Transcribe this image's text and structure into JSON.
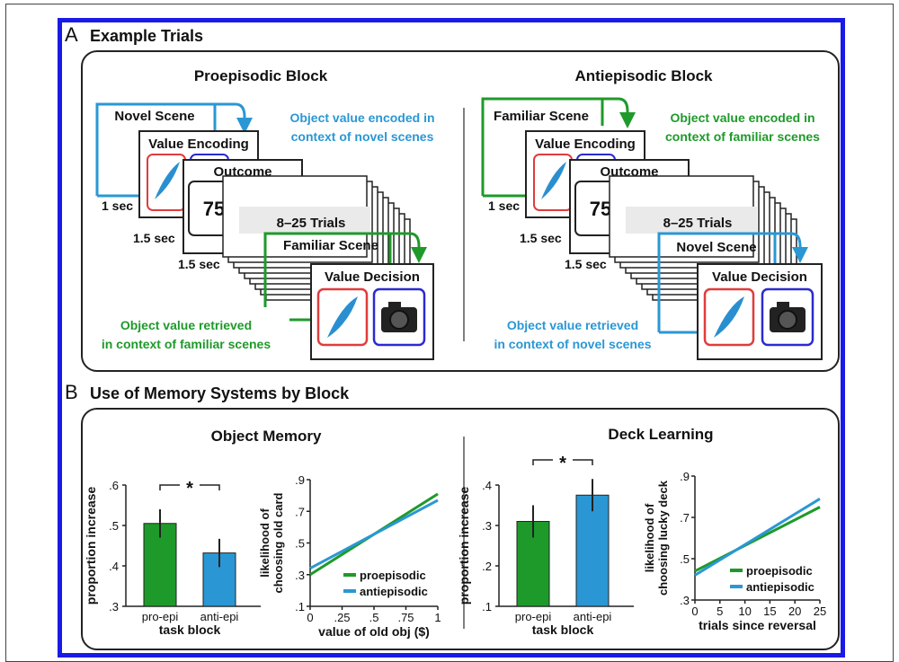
{
  "colors": {
    "blue": "#2a97d4",
    "green": "#1e9a2a",
    "red": "#e03c3c",
    "navy": "#2a2ad0",
    "frame": "#1a1ae6"
  },
  "panelA": {
    "letter": "A",
    "title": "Example Trials"
  },
  "pro": {
    "title": "Proepisodic Block",
    "s1": "Novel Scene",
    "enc": "Value Encoding",
    "out": "Outcome",
    "num": "75",
    "trials": "8–25 Trials",
    "s2": "Familiar Scene",
    "dec": "Value Decision",
    "t1": "1 sec",
    "t2": "1.5 sec",
    "t3": "1.5 sec",
    "note_top": [
      "Object value encoded in",
      "context of novel scenes"
    ],
    "note_bot": [
      "Object value retrieved",
      "in context of familiar scenes"
    ]
  },
  "anti": {
    "title": "Antiepisodic Block",
    "s1": "Familiar Scene",
    "enc": "Value Encoding",
    "out": "Outcome",
    "num": "75",
    "trials": "8–25 Trials",
    "s2": "Novel Scene",
    "dec": "Value Decision",
    "t1": "1 sec",
    "t2": "1.5 sec",
    "t3": "1.5 sec",
    "note_top": [
      "Object value encoded in",
      "context of familiar scenes"
    ],
    "note_bot": [
      "Object value retrieved",
      "in context of novel scenes"
    ]
  },
  "panelB": {
    "letter": "B",
    "title": "Use of Memory Systems by Block"
  },
  "chart_data": [
    {
      "type": "bar",
      "title": "Object Memory",
      "categories": [
        "pro-epi",
        "anti-epi"
      ],
      "values": [
        0.505,
        0.432
      ],
      "errors": [
        0.035,
        0.035
      ],
      "xlabel": "task block",
      "ylabel": "proportion increase",
      "ylim": [
        0.3,
        0.6
      ],
      "yticks": [
        ".3",
        ".4",
        ".5",
        ".6"
      ],
      "significance": "*"
    },
    {
      "type": "line",
      "xlabel": "value of old obj ($)",
      "ylabel": [
        "likelihood of",
        "choosing old card"
      ],
      "xlim": [
        0,
        1
      ],
      "ylim": [
        0.1,
        0.9
      ],
      "xticks": [
        "0",
        ".25",
        ".5",
        ".75",
        "1"
      ],
      "yticks": [
        ".1",
        ".3",
        ".5",
        ".7",
        ".9"
      ],
      "series": [
        {
          "name": "proepisodic",
          "x": [
            0,
            1
          ],
          "y": [
            0.3,
            0.81
          ]
        },
        {
          "name": "antiepisodic",
          "x": [
            0,
            1
          ],
          "y": [
            0.34,
            0.77
          ]
        }
      ]
    },
    {
      "type": "bar",
      "title": "Deck Learning",
      "categories": [
        "pro-epi",
        "anti-epi"
      ],
      "values": [
        0.31,
        0.375
      ],
      "errors": [
        0.04,
        0.04
      ],
      "xlabel": "task block",
      "ylabel": "proportion increase",
      "ylim": [
        0.1,
        0.4
      ],
      "yticks": [
        ".1",
        ".2",
        ".3",
        ".4"
      ],
      "significance": "*"
    },
    {
      "type": "line",
      "xlabel": "trials since reversal",
      "ylabel": [
        "likelihood of",
        "choosing lucky deck"
      ],
      "xlim": [
        0,
        25
      ],
      "ylim": [
        0.3,
        0.9
      ],
      "xticks": [
        "0",
        "5",
        "10",
        "15",
        "20",
        "25"
      ],
      "yticks": [
        ".3",
        ".5",
        ".7",
        ".9"
      ],
      "series": [
        {
          "name": "proepisodic",
          "x": [
            0,
            25
          ],
          "y": [
            0.44,
            0.75
          ]
        },
        {
          "name": "antiepisodic",
          "x": [
            0,
            25
          ],
          "y": [
            0.42,
            0.79
          ]
        }
      ]
    }
  ]
}
